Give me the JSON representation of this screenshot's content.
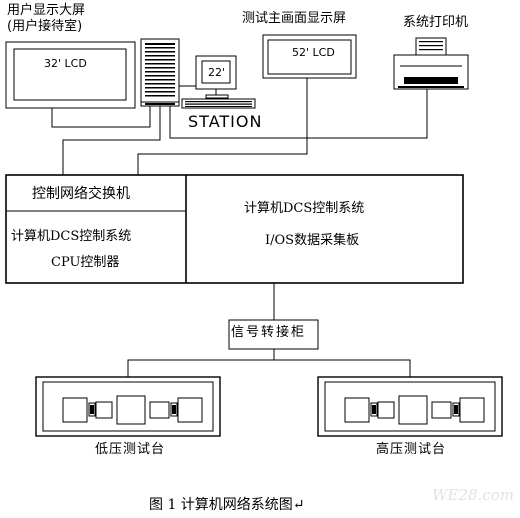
{
  "labels": {
    "user_display_line1": "用户显示大屏",
    "user_display_line2": "(用户接待室)",
    "user_lcd": "32' LCD",
    "test_display": "测试主画面显示屏",
    "test_lcd": "52' LCD",
    "printer": "系统打印机",
    "monitor": "22'",
    "station": "STATION",
    "switch": "控制网络交换机",
    "dcs_left_line1": "计算机DCS控制系统",
    "dcs_left_line2": "CPU控制器",
    "dcs_right_line1": "计算机DCS控制系统",
    "dcs_right_line2": "I/OS数据采集板",
    "signal_cabinet": "信号转接柜",
    "low_pressure": "低压测试台",
    "high_pressure": "高压测试台",
    "caption": "图 1  计算机网络系统图↵",
    "watermark": "WE28.com"
  }
}
